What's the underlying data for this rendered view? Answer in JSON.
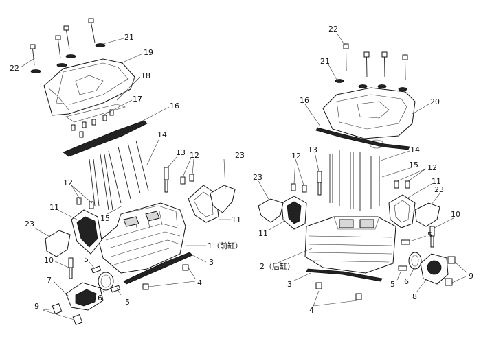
{
  "diagram": {
    "callouts_left": {
      "c22": "22",
      "c21": "21",
      "c19": "19",
      "c18": "18",
      "c17": "17",
      "c16": "16",
      "c14": "14",
      "c13": "13",
      "c12a": "12",
      "c12b": "12",
      "c15": "15",
      "c11a": "11",
      "c11b": "11",
      "c23a": "23",
      "c23b": "23",
      "c10": "10",
      "c7": "7",
      "c9": "9",
      "c5a": "5",
      "c5b": "5",
      "c6": "6",
      "c1": "1（前缸）",
      "c3": "3",
      "c4": "4"
    },
    "callouts_right": {
      "c22": "22",
      "c21": "21",
      "c16": "16",
      "c20": "20",
      "c13": "13",
      "c14": "14",
      "c12a": "12",
      "c12b": "12",
      "c15": "15",
      "c23a": "23",
      "c23b": "23",
      "c11a": "11",
      "c11b": "11",
      "c10": "10",
      "c2": "2（后缸）",
      "c5a": "5",
      "c5b": "5",
      "c6": "6",
      "c3": "3",
      "c4": "4",
      "c8": "8",
      "c9": "9"
    }
  }
}
